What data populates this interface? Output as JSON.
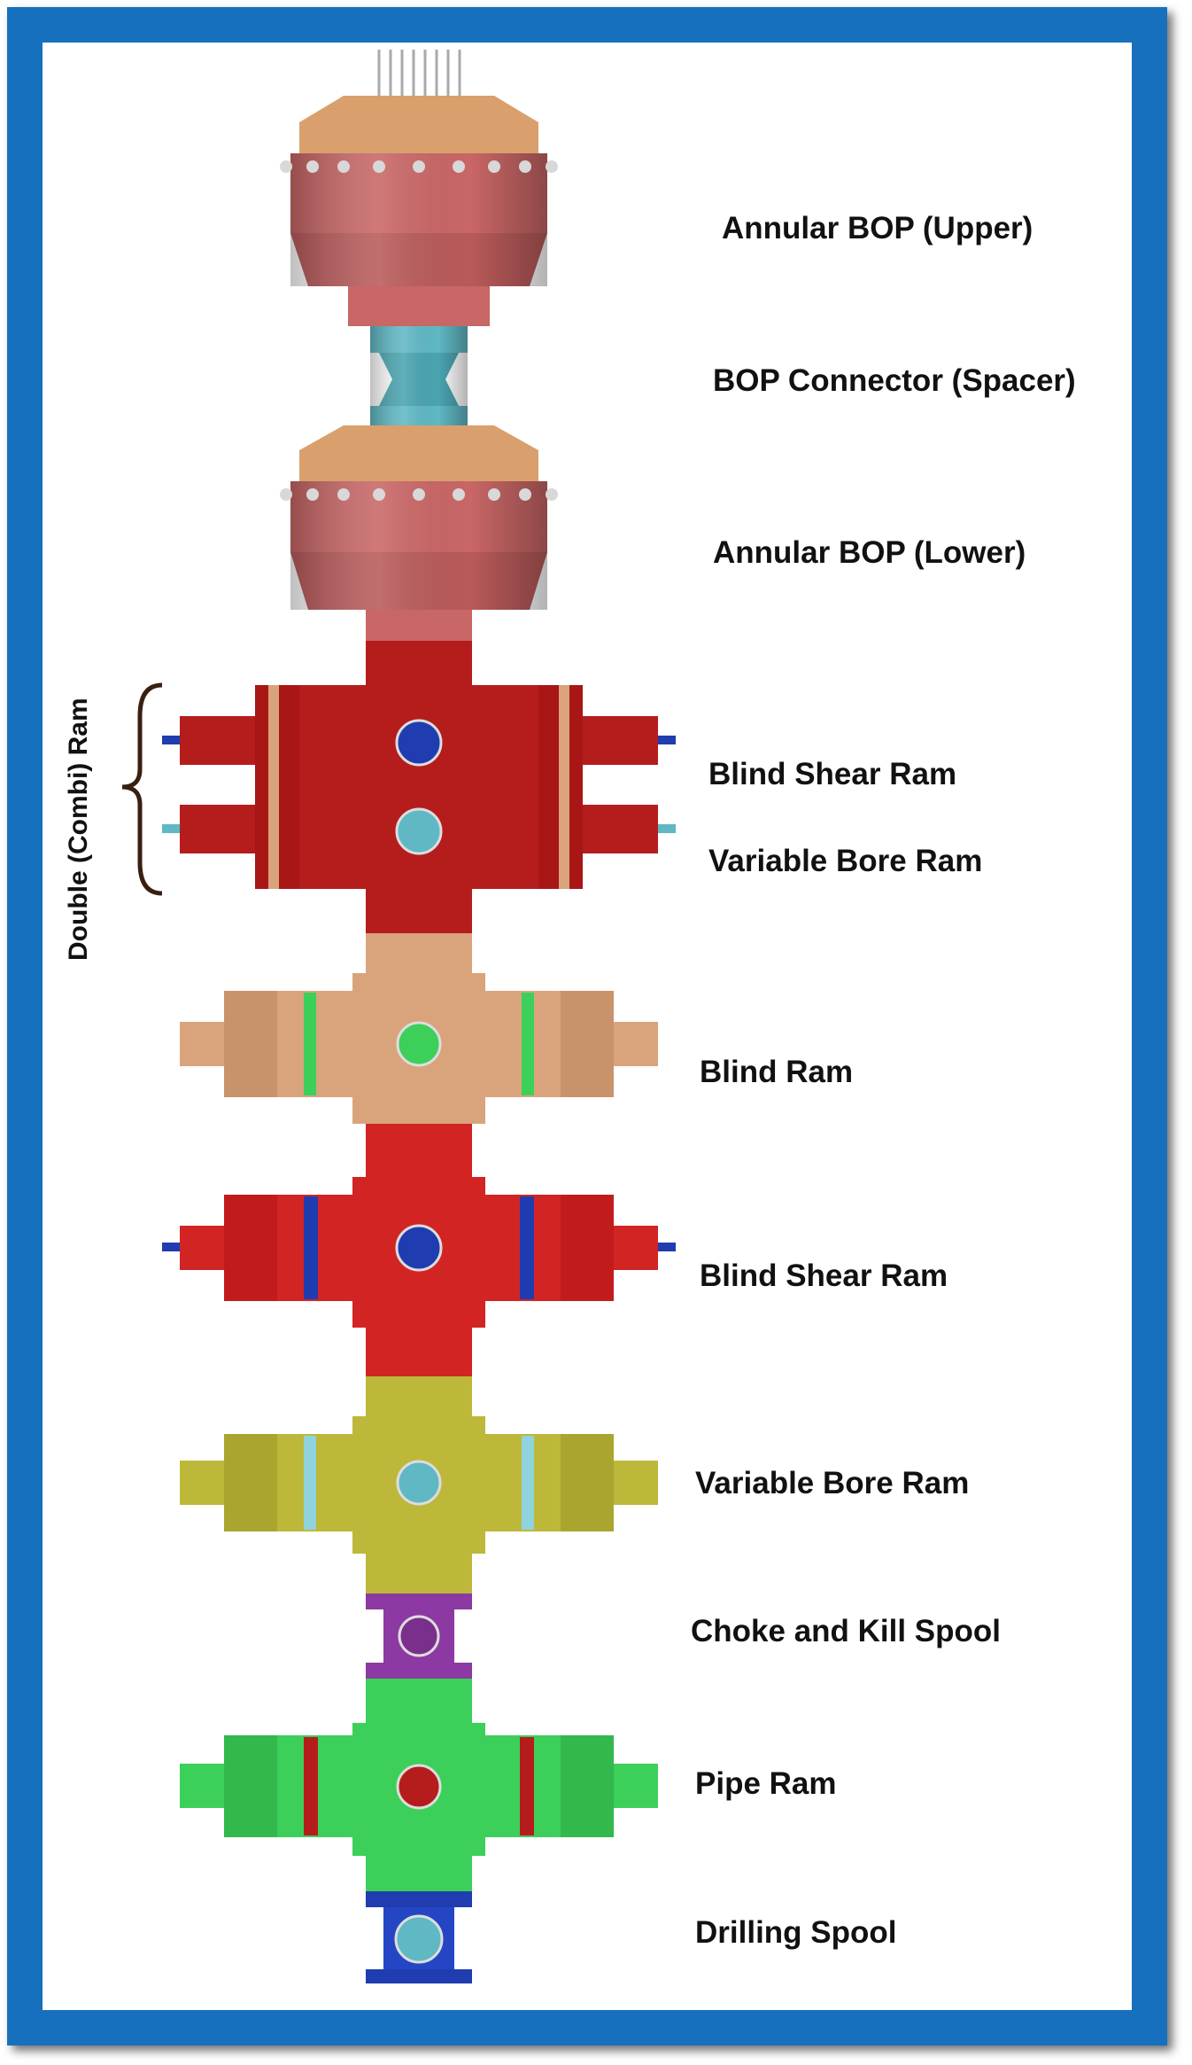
{
  "components": [
    {
      "key": "annular_upper",
      "label": "Annular BOP (Upper)"
    },
    {
      "key": "bop_connector",
      "label": "BOP Connector (Spacer)"
    },
    {
      "key": "annular_lower",
      "label": "Annular BOP (Lower)"
    },
    {
      "key": "blind_shear_1",
      "label": "Blind Shear Ram"
    },
    {
      "key": "variable_bore_1",
      "label": "Variable Bore Ram"
    },
    {
      "key": "blind_ram",
      "label": "Blind Ram"
    },
    {
      "key": "blind_shear_2",
      "label": "Blind Shear Ram"
    },
    {
      "key": "variable_bore_2",
      "label": "Variable Bore Ram"
    },
    {
      "key": "choke_kill",
      "label": "Choke and Kill Spool"
    },
    {
      "key": "pipe_ram",
      "label": "Pipe Ram"
    },
    {
      "key": "drilling_spool",
      "label": "Drilling Spool"
    }
  ],
  "group_label": "Double (Combi) Ram",
  "colors": {
    "frame": "#1670be",
    "annular": "#c96666",
    "annular_top": "#d9a06d",
    "connector": "#5fb8c4",
    "combi_ram": "#b51d1d",
    "blind_ram": "#d9a47c",
    "blind_shear_ram": "#d32424",
    "variable_bore_ram": "#bdb83a",
    "choke_kill_spool": "#8c39a3",
    "pipe_ram": "#3ccf5a",
    "drilling_spool": "#1f3db0",
    "bolt": "#d8d8d8"
  }
}
